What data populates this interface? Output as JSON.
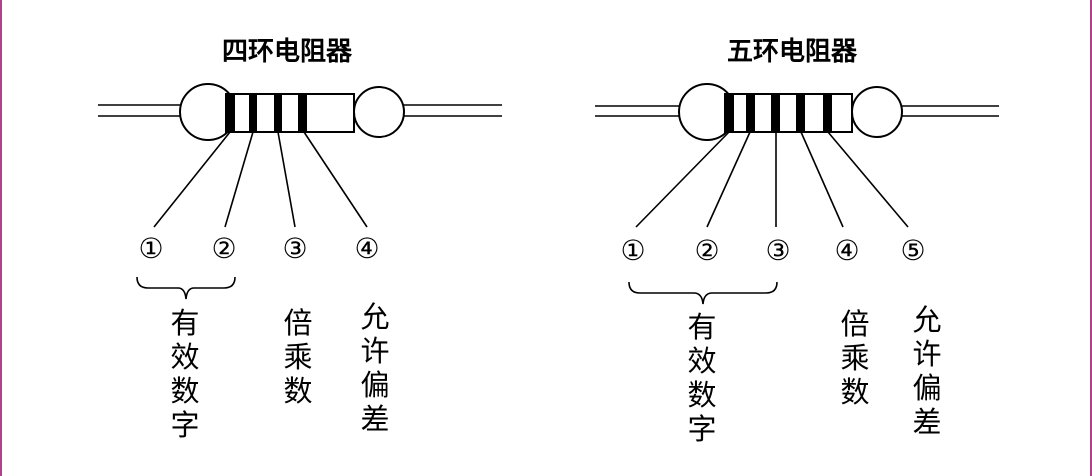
{
  "four_band": {
    "title": "四环电阻器",
    "numbers": [
      "①",
      "②",
      "③",
      "④"
    ],
    "labels": {
      "significant_digits": [
        "有",
        "效",
        "数",
        "字"
      ],
      "multiplier": [
        "倍",
        "乘",
        "数"
      ],
      "tolerance": [
        "允",
        "许",
        "偏",
        "差"
      ]
    }
  },
  "five_band": {
    "title": "五环电阻器",
    "numbers": [
      "①",
      "②",
      "③",
      "④",
      "⑤"
    ],
    "labels": {
      "significant_digits": [
        "有",
        "效",
        "数",
        "字"
      ],
      "multiplier": [
        "倍",
        "乘",
        "数"
      ],
      "tolerance": [
        "允",
        "许",
        "偏",
        "差"
      ]
    }
  },
  "colors": {
    "border": "#b0408a",
    "ink": "#000000"
  }
}
